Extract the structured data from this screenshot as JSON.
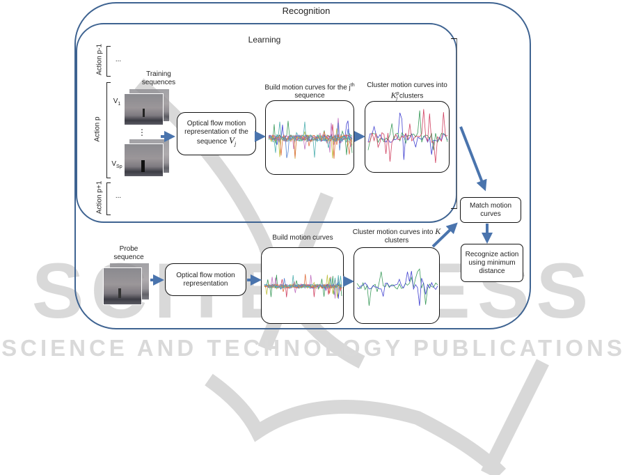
{
  "watermark": {
    "logo_text": "SCITEPRESS",
    "tagline": "SCIENCE AND TECHNOLOGY PUBLICATIONS"
  },
  "recognition": {
    "title": "Recognition"
  },
  "learning": {
    "title": "Learning",
    "actions": [
      {
        "label": "Action p-1",
        "content": "..."
      },
      {
        "label": "Action p",
        "content": ""
      },
      {
        "label": "Action p+1",
        "content": "..."
      }
    ],
    "training_label": "Training sequences",
    "sequence_first": "V",
    "sequence_first_sub": "1",
    "sequence_last": "V",
    "sequence_last_sub": "Sp",
    "ellipsis": "⋮",
    "optical_flow_box": "Optical flow motion representation of the sequence",
    "optical_flow_var": "V",
    "optical_flow_var_sub": "j",
    "build_curves_label": "Build motion curves for the j",
    "build_curves_sup": "th",
    "build_curves_suffix": " sequence",
    "cluster_label_pre": "Cluster motion curves into",
    "cluster_var": "K",
    "cluster_var_sub": "j",
    "cluster_var_sup": "p",
    "cluster_label_post": "clusters"
  },
  "probe": {
    "label": "Probe sequence",
    "optical_flow_box": "Optical flow motion representation",
    "build_curves_label": "Build motion curves",
    "cluster_label_pre": "Cluster motion curves into",
    "cluster_var": "K",
    "cluster_label_post": "clusters"
  },
  "match_box": "Match motion curves",
  "recognize_box": "Recognize action using minimum distance",
  "colors": {
    "frame_border": "#3e6391",
    "arrow": "#4a74ad",
    "curve_colors": [
      "#4040d0",
      "#3a9a5a",
      "#d04060",
      "#c070c0",
      "#c0c040",
      "#5080d0",
      "#e07040",
      "#50b0b0"
    ]
  }
}
